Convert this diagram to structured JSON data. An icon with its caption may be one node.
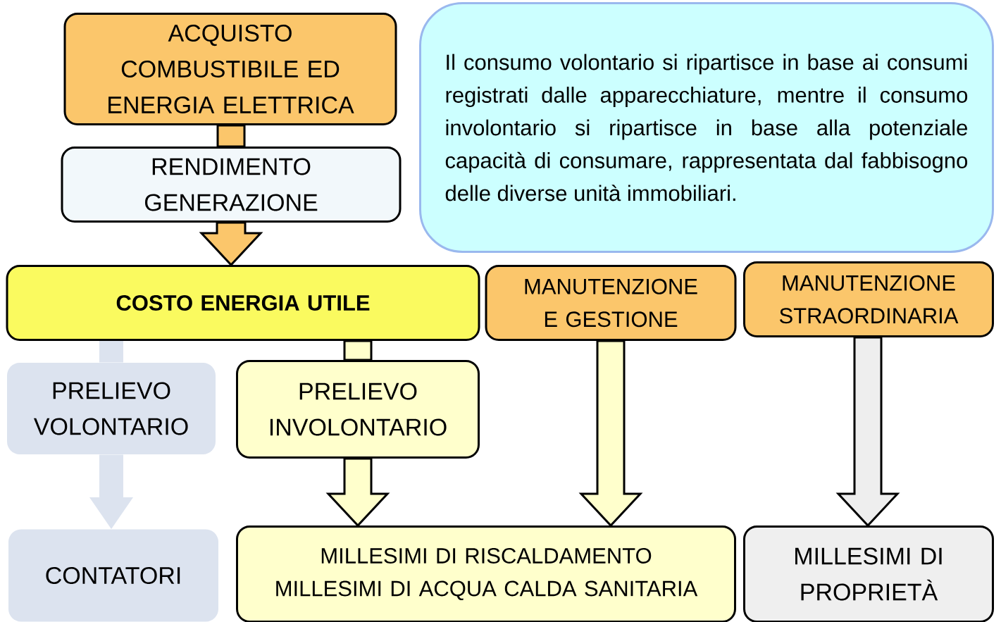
{
  "diagram": {
    "nodes": [
      {
        "text": [
          "ACQUISTO COMBUSTIBILE ED ENERGIA ELETTRICA"
        ]
      },
      {
        "text": [
          "RENDIMENTO GENERAZIONE"
        ]
      },
      {
        "text": [
          "Il consumo volontario si ripartisce in base ai consumi registrati dalle apparecchiature, mentre il consumo involontario si ripartisce in base alla potenziale capacità di consumare, rappresentata dal fabbisogno delle diverse unità immobiliari."
        ]
      },
      {
        "text": [
          "COSTO ENERGIA UTILE"
        ]
      },
      {
        "text": [
          "MANUTENZIONE E GESTIONE"
        ]
      },
      {
        "text": [
          "MANUTENZIONE STRAORDINARIA"
        ]
      },
      {
        "text": [
          "PRELIEVO VOLONTARIO"
        ]
      },
      {
        "text": [
          "PRELIEVO INVOLONTARIO"
        ]
      },
      {
        "text": [
          "CONTATORI"
        ]
      },
      {
        "text": [
          "MILLESIMI DI RISCALDAMENTO",
          "MILLESIMI DI ACQUA CALDA SANITARIA"
        ]
      },
      {
        "text": [
          "MILLESIMI DI PROPRIETÀ"
        ]
      }
    ],
    "edges": [
      {
        "from": 0,
        "to": 1,
        "arrow": "none",
        "color": "#fbc66b"
      },
      {
        "from": 1,
        "to": 3,
        "arrow": "to",
        "color": "#fbc66b"
      },
      {
        "from": 3,
        "to": 6,
        "arrow": "none",
        "color": "#dce3ef"
      },
      {
        "from": 3,
        "to": 7,
        "arrow": "none"
      },
      {
        "from": 6,
        "to": 8,
        "arrow": "to",
        "color": "#dce3ef"
      },
      {
        "from": 7,
        "to": 9,
        "arrow": "to"
      },
      {
        "from": 4,
        "to": 9,
        "arrow": "to"
      },
      {
        "from": 5,
        "to": 10,
        "arrow": "to",
        "color": "#eeeeee"
      }
    ]
  }
}
